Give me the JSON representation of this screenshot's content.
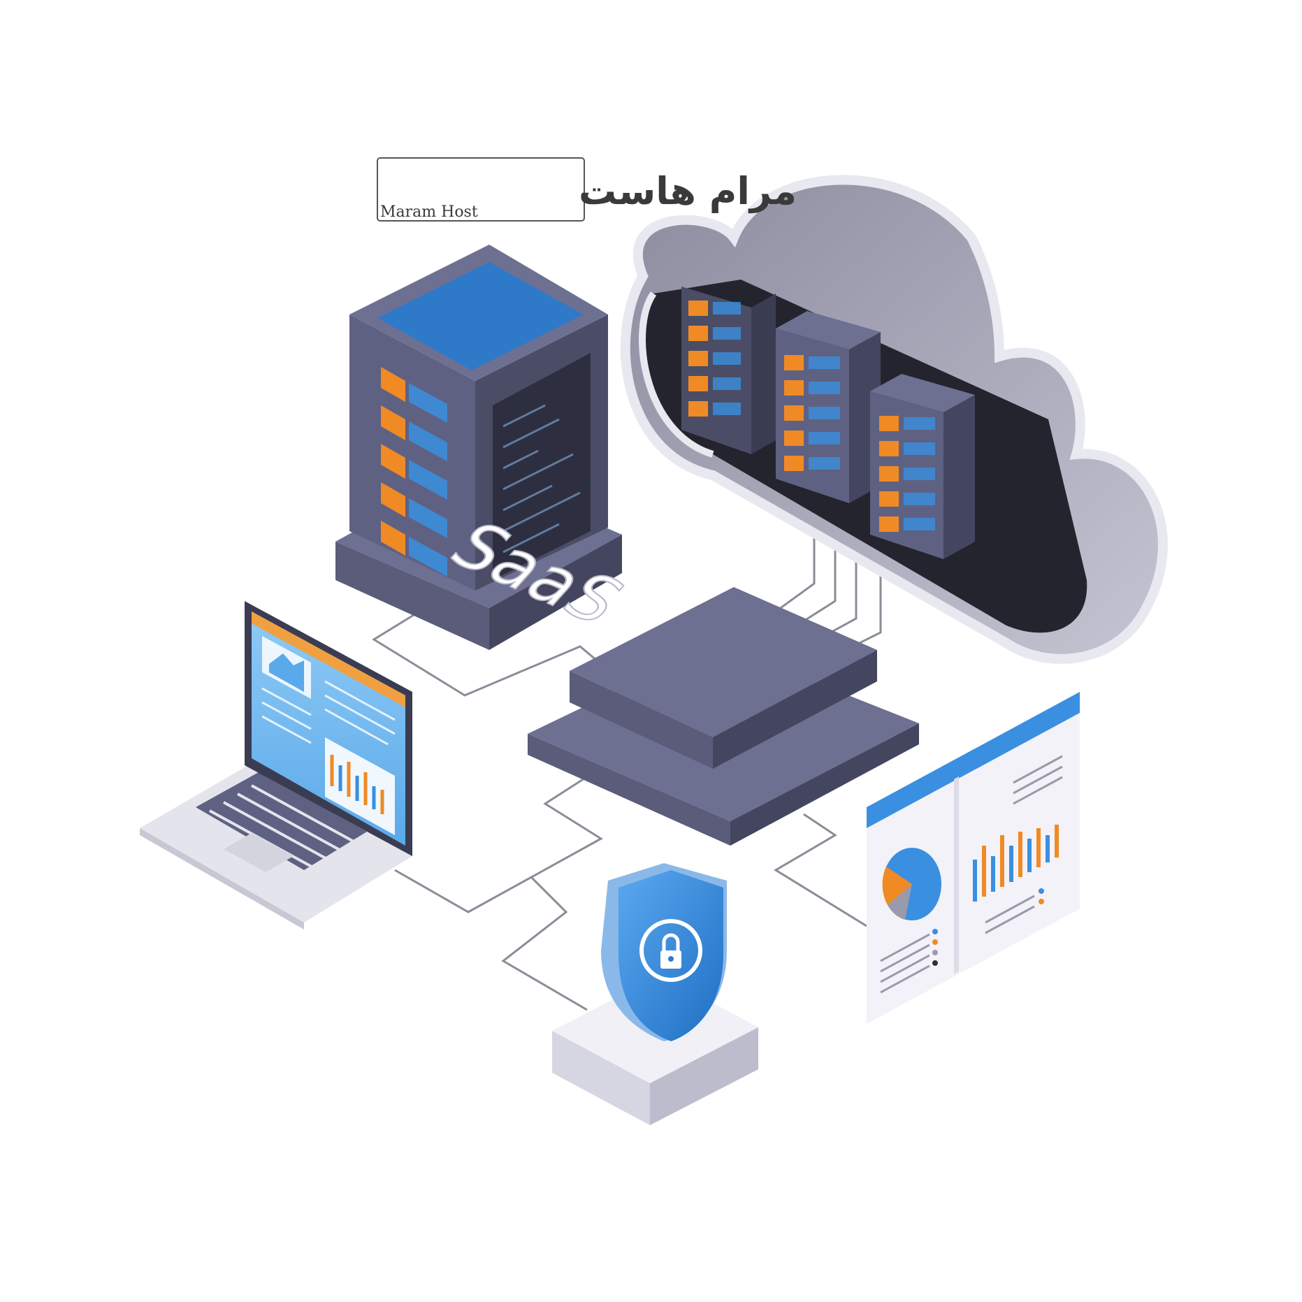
{
  "logo": {
    "latin_text": "Maram Host",
    "arabic_text": "مرام هاست",
    "colors": {
      "arabic_dark": "#3a3a3a",
      "arabic_accent": "#c8102e",
      "border": "#555555"
    }
  },
  "hub": {
    "label": "SaaS"
  },
  "icons": {
    "server": "server-tower-icon",
    "cloud": "cloud-servers-icon",
    "laptop": "laptop-icon",
    "shield": "shield-lock-icon",
    "dashboard": "analytics-dashboard-icon"
  },
  "palette": {
    "server_body": "#5f6182",
    "server_dark": "#44465f",
    "server_top": "#2f79c9",
    "orange": "#f08a24",
    "blue_accent": "#3a8fe0",
    "cloud_gray": "#9a9aac",
    "line_gray": "#8c8c98"
  }
}
